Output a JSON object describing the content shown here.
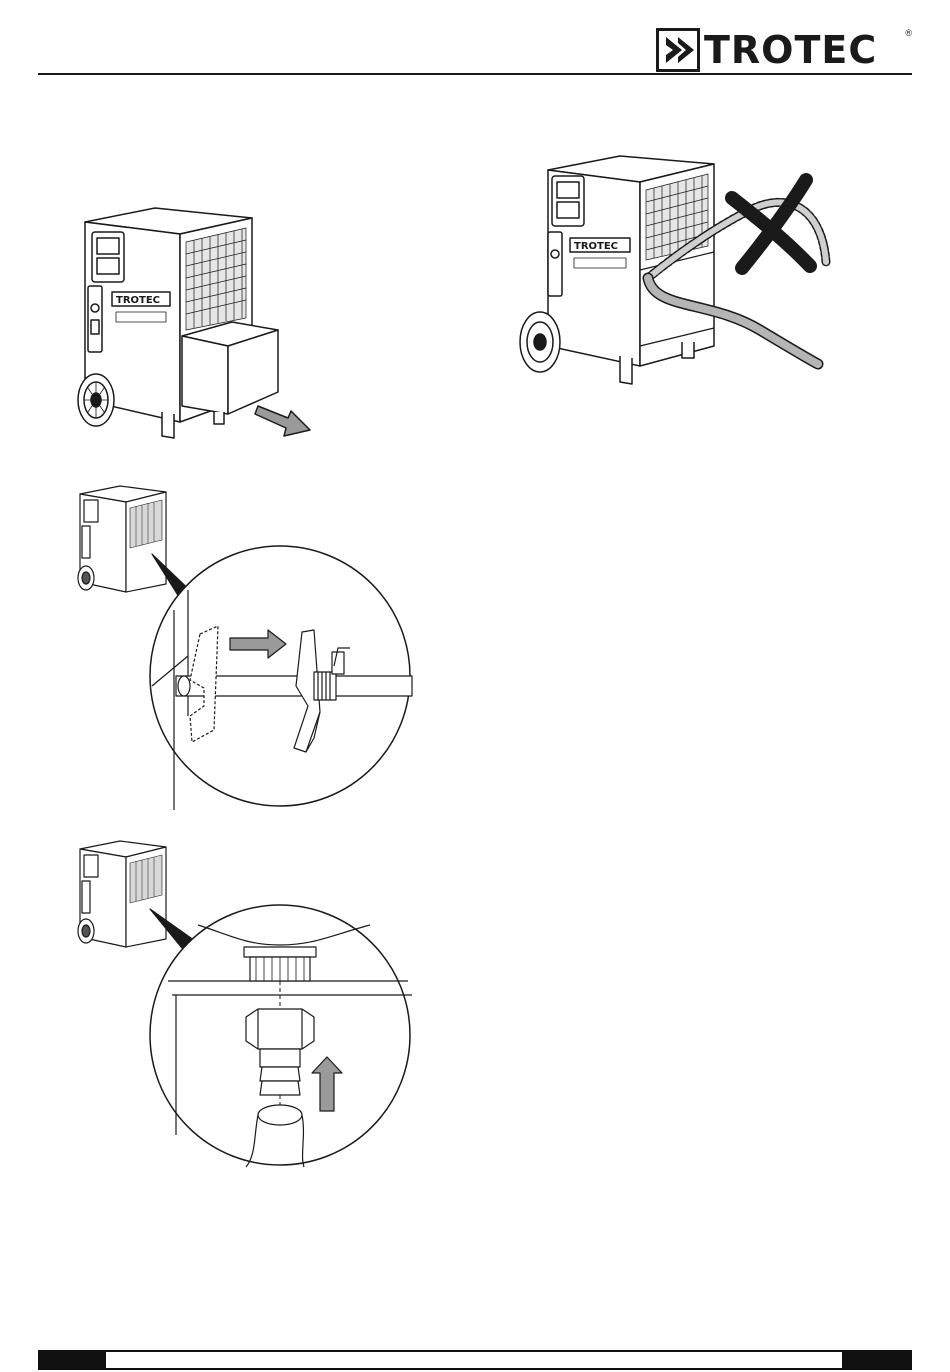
{
  "header": {
    "brand_name": "TROTEC",
    "registered_mark": "®"
  },
  "figures": {
    "tank_removal": {
      "label_text": "TROTEC"
    },
    "hose_kink": {
      "label_text": "TROTEC"
    },
    "float_switch": {
      "label_text": ""
    },
    "hose_connector": {
      "label_text": ""
    }
  },
  "colors": {
    "ink": "#1a1a1a",
    "arrow_fill": "#9a9a9a",
    "hose_fill": "#b5b5b5"
  }
}
